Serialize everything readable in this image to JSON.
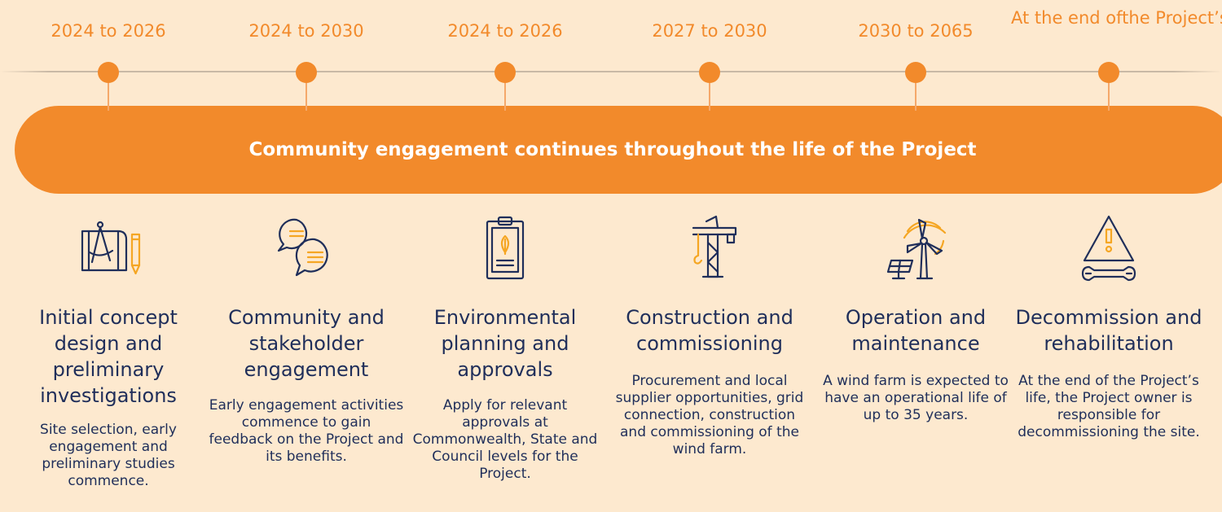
{
  "banner": "Community engagement continues throughout the life of the Project",
  "colors": {
    "accent": "#F28A2B",
    "text": "#1F2E5A",
    "background": "#FDE9CF",
    "icon_accent": "#F5A623"
  },
  "stages": [
    {
      "date": "2024 to 2026",
      "icon": "design-blueprint-icon",
      "title": "Initial concept design and preliminary investigations",
      "description": "Site selection, early engagement and preliminary studies commence."
    },
    {
      "date": "2024 to 2030",
      "icon": "speech-bubbles-icon",
      "title": "Community and stakeholder engagement",
      "description": "Early engagement activities commence to gain feedback on the Project and its benefits."
    },
    {
      "date": "2024 to 2026",
      "icon": "clipboard-leaf-icon",
      "title": "Environmental planning and approvals",
      "description": "Apply for relevant approvals at Commonwealth, State and Council levels for the Project."
    },
    {
      "date": "2027 to 2030",
      "icon": "crane-icon",
      "title": "Construction and commissioning",
      "description": "Procurement and local supplier opportunities, grid connection, construction and commissioning of the wind farm."
    },
    {
      "date": "2030 to 2065",
      "icon": "wind-turbine-solar-icon",
      "title": "Operation and maintenance",
      "description": "A wind farm is expected to have an operational life of up to 35 years."
    },
    {
      "date": "At the end ofthe Project’s life",
      "icon": "warning-wrench-icon",
      "title": "Decommission and rehabilitation",
      "description": "At the end of the Project’s life, the Project owner is responsible for decommissioning the site."
    }
  ]
}
